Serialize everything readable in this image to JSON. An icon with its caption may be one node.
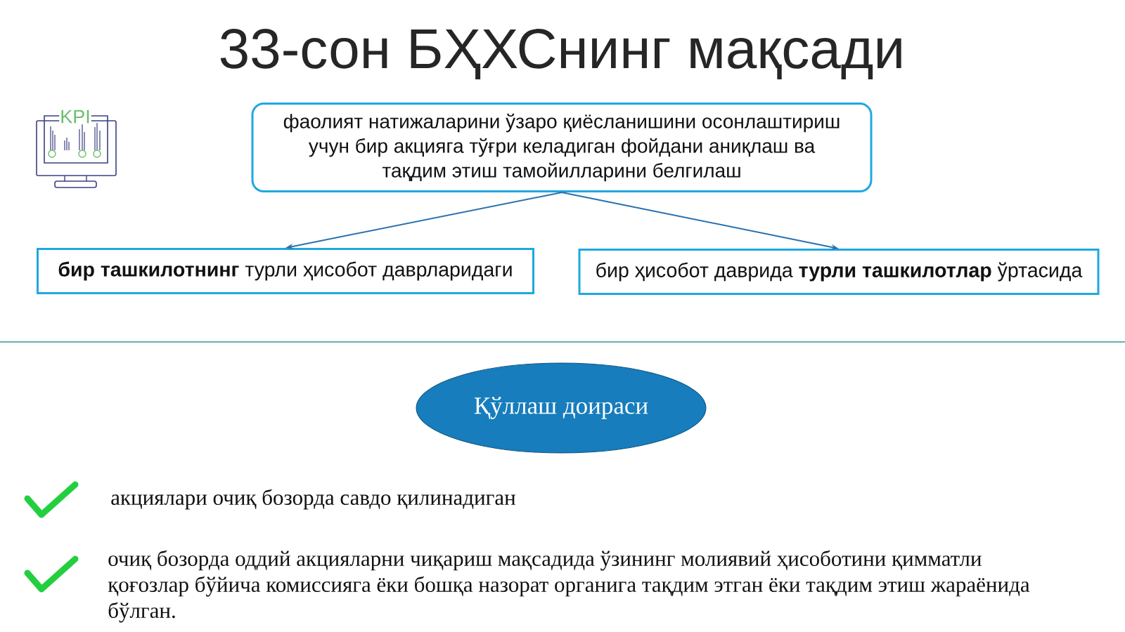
{
  "diagram": {
    "title": "33-сон БҲХСнинг мақсади",
    "nodes": [
      {
        "text": [
          "фаолият натижаларини ўзаро қиёсланишини осонлаштириш учун бир акцияга тўғри келадиган фойдани аниқлаш ва тақдим этиш тамойилларини белгилаш"
        ]
      },
      {
        "text": [
          "**бир ташкилотнинг** турли ҳисобот даврларидаги"
        ]
      },
      {
        "text": [
          "бир ҳисобот даврида **турли ташкилотлар** ўртасида"
        ]
      },
      {
        "text": [
          "Қўллаш доираси"
        ]
      }
    ],
    "edges": [
      {
        "from": 0,
        "to": 1,
        "arrow": "to"
      },
      {
        "from": 0,
        "to": 2,
        "arrow": "to"
      }
    ],
    "labels": [
      "KPI",
      "акциялари очиқ бозорда савдо қилинадиган",
      "очиқ бозорда оддий акцияларни чиқариш мақсадида ўзининг молиявий ҳисоботини қимматли қоғозлар бўйича комиссияга ёки бошқа назорат органига тақдим этган ёки тақдим этиш жараёнида бўлган."
    ]
  }
}
